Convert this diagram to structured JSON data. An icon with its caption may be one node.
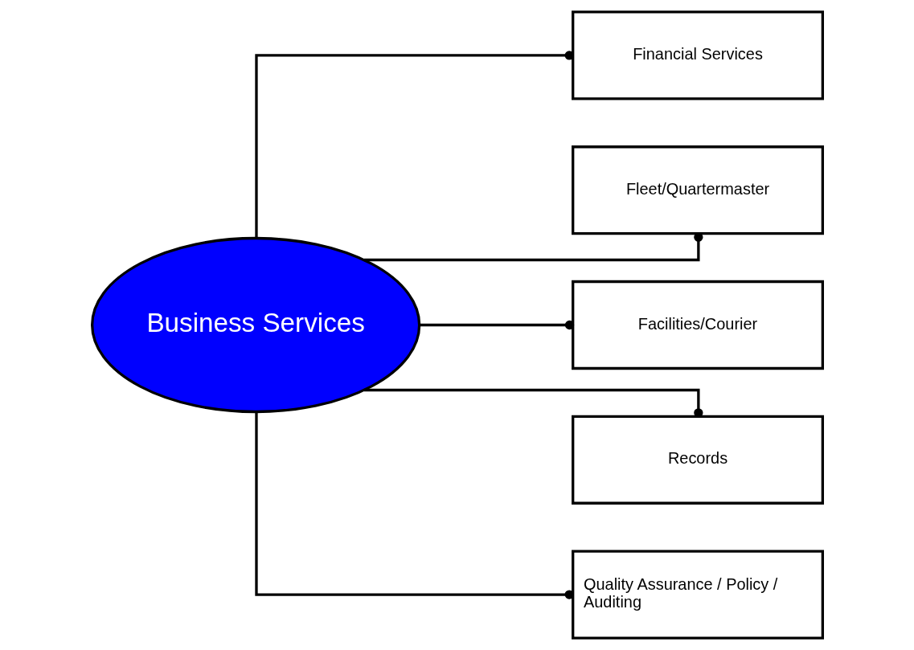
{
  "diagram": {
    "nodes": [
      {
        "text": [
          "Business Services"
        ]
      },
      {
        "text": [
          "Financial Services"
        ]
      },
      {
        "text": [
          "Fleet/Quartermaster"
        ]
      },
      {
        "text": [
          "Facilities/Courier"
        ]
      },
      {
        "text": [
          "Records"
        ]
      },
      {
        "text": [
          "Quality Assurance / Policy / Auditing"
        ]
      }
    ],
    "edges": [
      {
        "from": 0,
        "to": 1,
        "arrow": "other"
      },
      {
        "from": 0,
        "to": 2,
        "arrow": "other"
      },
      {
        "from": 0,
        "to": 3,
        "arrow": "other"
      },
      {
        "from": 0,
        "to": 4,
        "arrow": "other"
      },
      {
        "from": 0,
        "to": 5,
        "arrow": "other"
      }
    ]
  }
}
